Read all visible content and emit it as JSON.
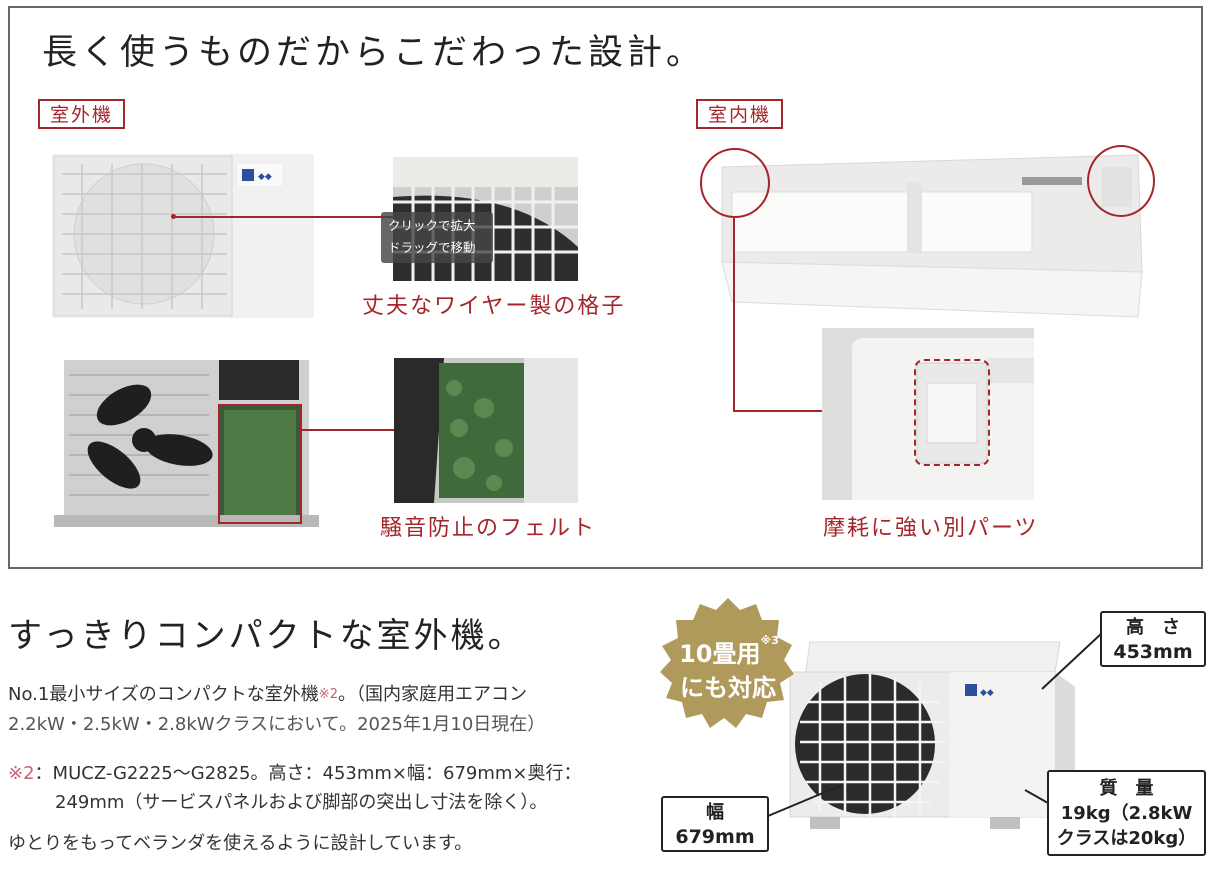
{
  "section1": {
    "title": "長く使うものだからこだわった設計。",
    "outdoor_tag": "室外機",
    "indoor_tag": "室内機",
    "captions": {
      "wire_grille": "丈夫なワイヤー製の格子",
      "felt": "騒音防止のフェルト",
      "parts": "摩耗に強い別パーツ"
    },
    "tooltip": {
      "line1": "クリックで拡大",
      "line2": "ドラッグで移動"
    }
  },
  "section2": {
    "title": "すっきりコンパクトな室外機。",
    "p1_line1_a": "No.1最小サイズのコンパクトな室外機",
    "p1_note_ref": "※2",
    "p1_line1_b": "。（国内家庭用エアコン",
    "p1_line2": "2.2kW・2.5kW・2.8kWクラスにおいて。2025年1月10日現在）",
    "note_label": "※2",
    "note_line1": "：MUCZ-G2225〜G2825。高さ：453mm×幅：679mm×奥行：",
    "note_line2": "249mm（サービスパネルおよび脚部の突出し寸法を除く）。",
    "p3": "ゆとりをもってベランダを使えるように設計しています。",
    "badge": {
      "line1": "10畳用",
      "ref": "※3",
      "line2": "にも対応"
    },
    "dims": {
      "height_label": "高　さ",
      "height_value": "453mm",
      "width_label": "幅",
      "width_value": "679mm",
      "weight_label": "質　量",
      "weight_value1": "19kg（2.8kW",
      "weight_value2": "クラスは20kg）"
    }
  },
  "colors": {
    "accent_red": "#a3262b",
    "frame": "#6f6366",
    "badge_gold": "#b09a5b",
    "note_pink": "#c96070"
  }
}
